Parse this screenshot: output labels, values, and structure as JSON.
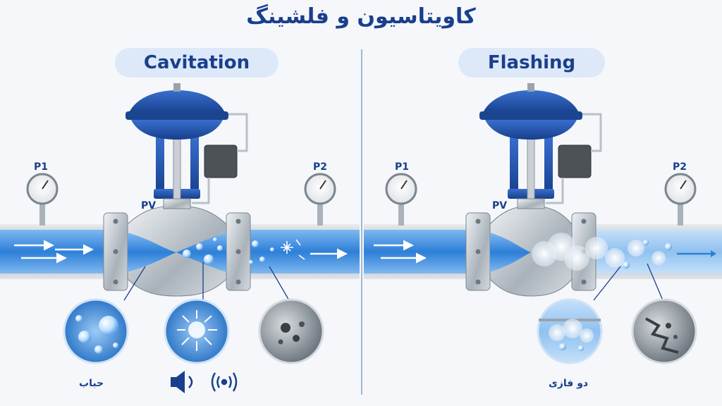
{
  "title": "کاویتاسیون و فلشینگ",
  "panels": [
    {
      "heading": "Cavitation",
      "valve_label": "PV",
      "gauge_upstream": "P1",
      "gauge_downstream": "P2",
      "caption": "حباب",
      "icons": [
        "speaker-icon",
        "vibration-icon"
      ]
    },
    {
      "heading": "Flashing",
      "valve_label": "PV",
      "gauge_upstream": "P1",
      "gauge_downstream": "P2",
      "caption": "دو فازی"
    }
  ],
  "colors": {
    "title": "#1a3f8c",
    "actuator": "#1f4fa8",
    "water": "#3d8fe0",
    "steel": "#b8c0c8"
  }
}
